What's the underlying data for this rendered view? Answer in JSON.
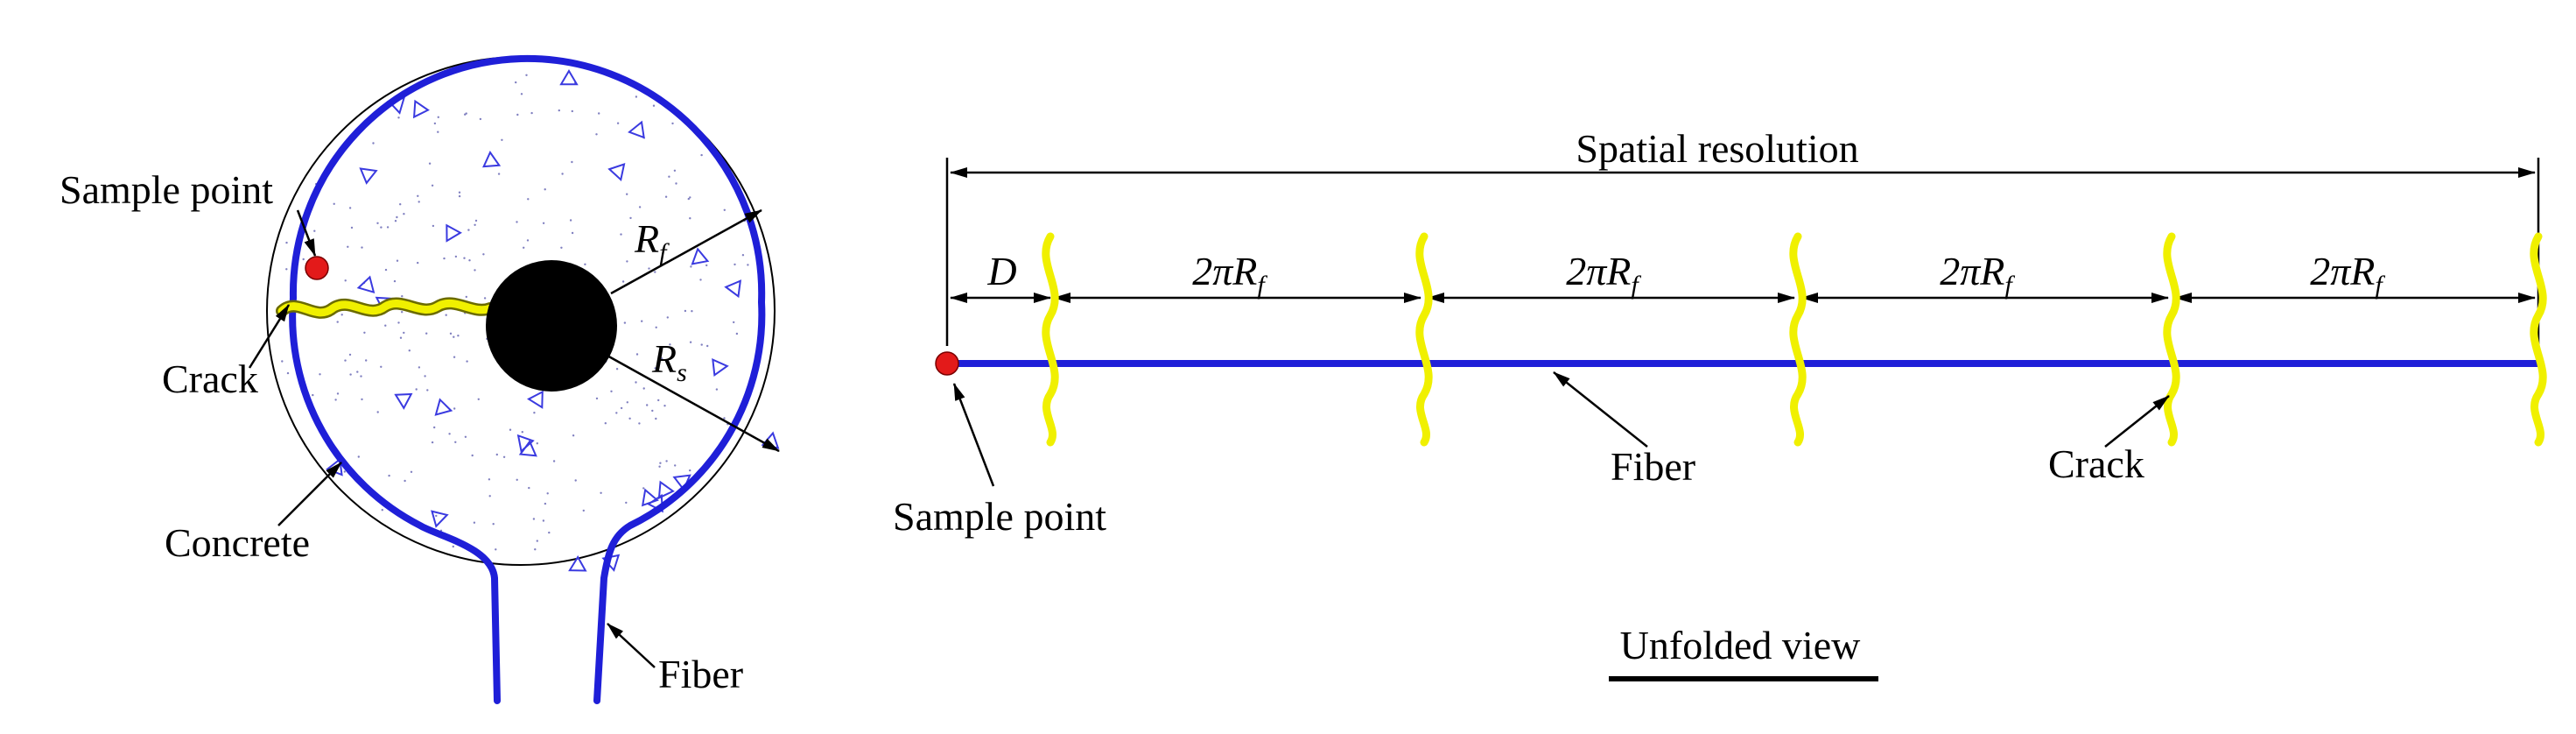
{
  "left_view": {
    "label_sample_point": "Sample point",
    "label_crack": "Crack",
    "label_concrete": "Concrete",
    "label_fiber": "Fiber",
    "label_rf_main": "R",
    "label_rf_sub": "f",
    "label_rs_main": "R",
    "label_rs_sub": "s"
  },
  "right_view": {
    "label_spatial_resolution": "Spatial resolution",
    "label_d": "D",
    "segment_label_prefix": "2πR",
    "segment_label_sub": "f",
    "segment_count": 4,
    "label_fiber": "Fiber",
    "label_crack": "Crack",
    "label_sample_point": "Sample point",
    "caption": "Unfolded view"
  },
  "colors": {
    "fiber": "#1f1fd8",
    "crack": "#f0f000",
    "sample_point": "#e31a1a",
    "core": "#000000",
    "aggregate": "#3a3ae0",
    "outline": "#000000"
  }
}
